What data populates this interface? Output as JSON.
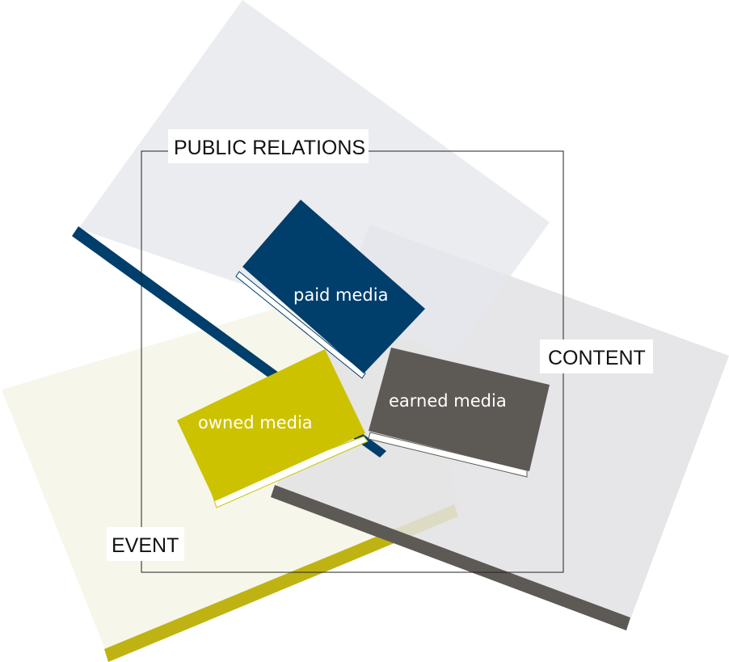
{
  "labels": {
    "public_relations": "PUBLIC RELATIONS",
    "content": "CONTENT",
    "event": "EVENT",
    "paid_media": "paid media",
    "owned_media": "owned media",
    "earned_media": "earned media"
  },
  "colors": {
    "public_relations_fill": "#e5e7ec",
    "content_fill": "#e2e2e4",
    "event_fill": "#f5f5e8",
    "navy": "#003e6c",
    "olive": "#cdc200",
    "olive_dark": "#bfb313",
    "charcoal": "#5d5a56",
    "outline": "#222222"
  }
}
